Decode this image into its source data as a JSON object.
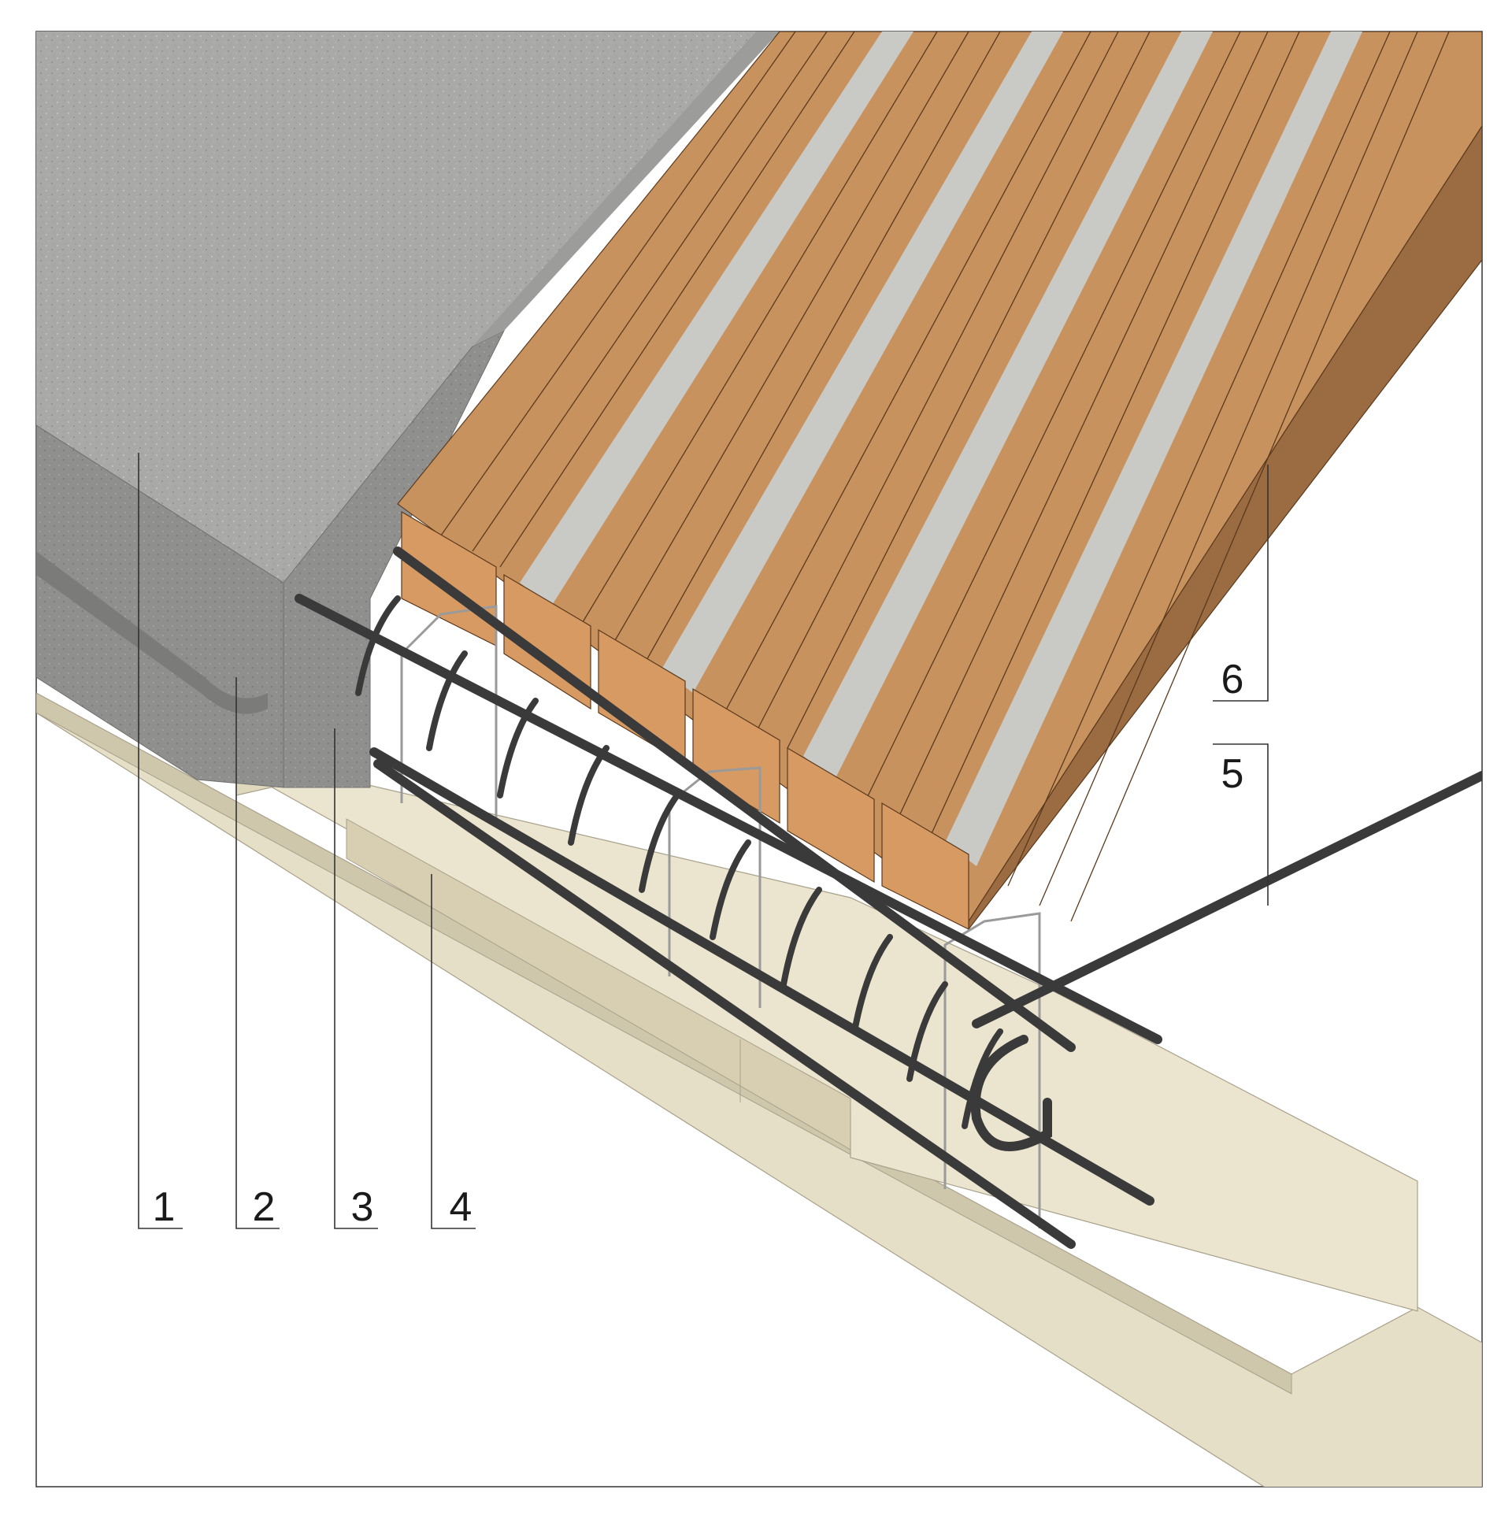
{
  "callouts": [
    {
      "id": "1",
      "label": "1"
    },
    {
      "id": "2",
      "label": "2"
    },
    {
      "id": "3",
      "label": "3"
    },
    {
      "id": "4",
      "label": "4"
    },
    {
      "id": "5",
      "label": "5"
    },
    {
      "id": "6",
      "label": "6"
    }
  ],
  "colors": {
    "concrete": "#a9a9a7",
    "concrete_dark": "#8d8d8b",
    "brick": "#c8925e",
    "brick_dark": "#9b6b41",
    "brick_line": "#5a3a1e",
    "rib": "#c9c9c6",
    "formwork": "#e6dfc8",
    "formwork_dark": "#cfc7ab",
    "rebar": "#3a3a3a",
    "stirrup": "#9a9a9a",
    "frame": "#333333"
  }
}
